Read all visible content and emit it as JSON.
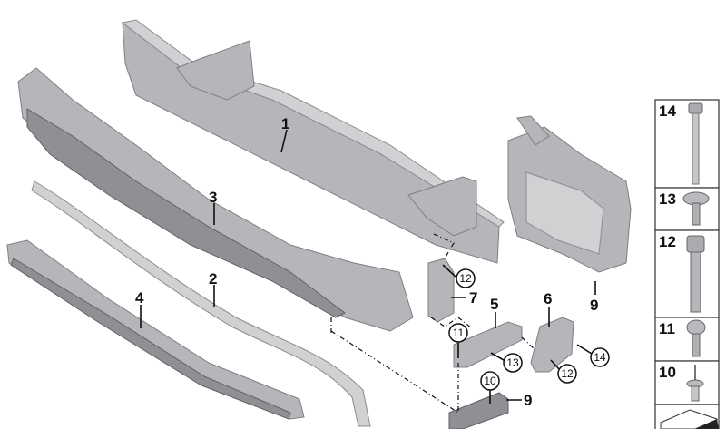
{
  "diagram": {
    "callouts": {
      "p1": "1",
      "p2": "2",
      "p3": "3",
      "p4": "4",
      "p5": "5",
      "p6": "6",
      "p7": "7",
      "p9a": "9",
      "p9b": "9",
      "c12a": "12",
      "c11": "11",
      "c13": "13",
      "c10": "10",
      "c12b": "12",
      "c14": "14"
    },
    "fastener_panel": {
      "items": [
        {
          "number": "14",
          "icon": "long-hex-bolt"
        },
        {
          "number": "13",
          "icon": "flange-torx-screw"
        },
        {
          "number": "12",
          "icon": "hex-bolt"
        },
        {
          "number": "11",
          "icon": "torx-screw"
        },
        {
          "number": "10",
          "icon": "blind-rivet"
        },
        {
          "number": "",
          "icon": "partial-item"
        }
      ]
    }
  }
}
